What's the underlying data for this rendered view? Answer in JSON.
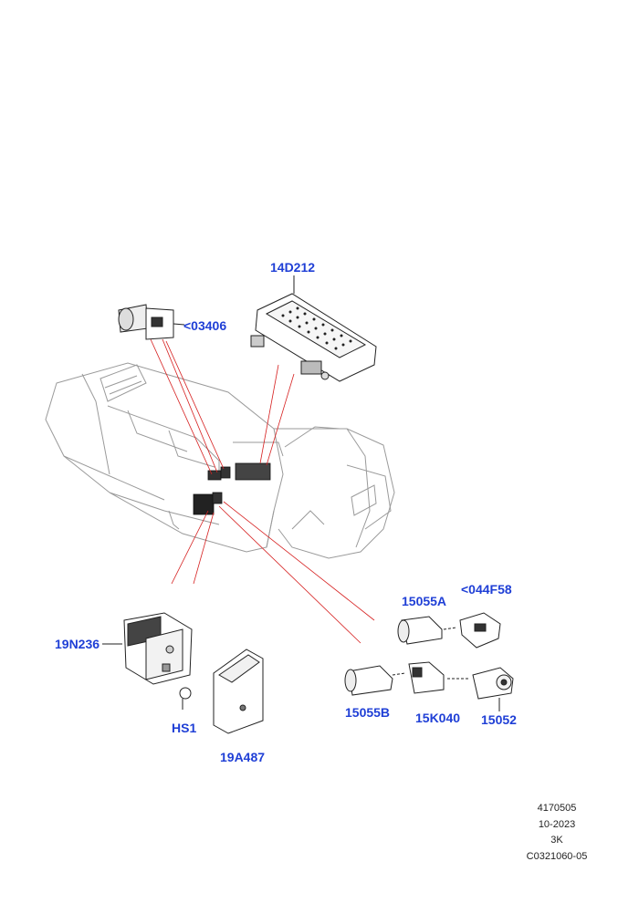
{
  "callouts": {
    "p14D212": "14D212",
    "p03406": "<03406",
    "p15055A": "15055A",
    "p044F58": "<044F58",
    "p19N236": "19N236",
    "p15055B": "15055B",
    "p15K040": "15K040",
    "p15052": "15052",
    "pHS1": "HS1",
    "p19A487": "19A487"
  },
  "footer": {
    "line1": "4170505",
    "line2": "10-2023",
    "line3": "3K",
    "line4": "C0321060-05"
  },
  "colors": {
    "callout_text": "#1f3fd6",
    "leader_line": "#d62020",
    "part_outline": "#222222",
    "console_outline": "#9a9a9a"
  }
}
